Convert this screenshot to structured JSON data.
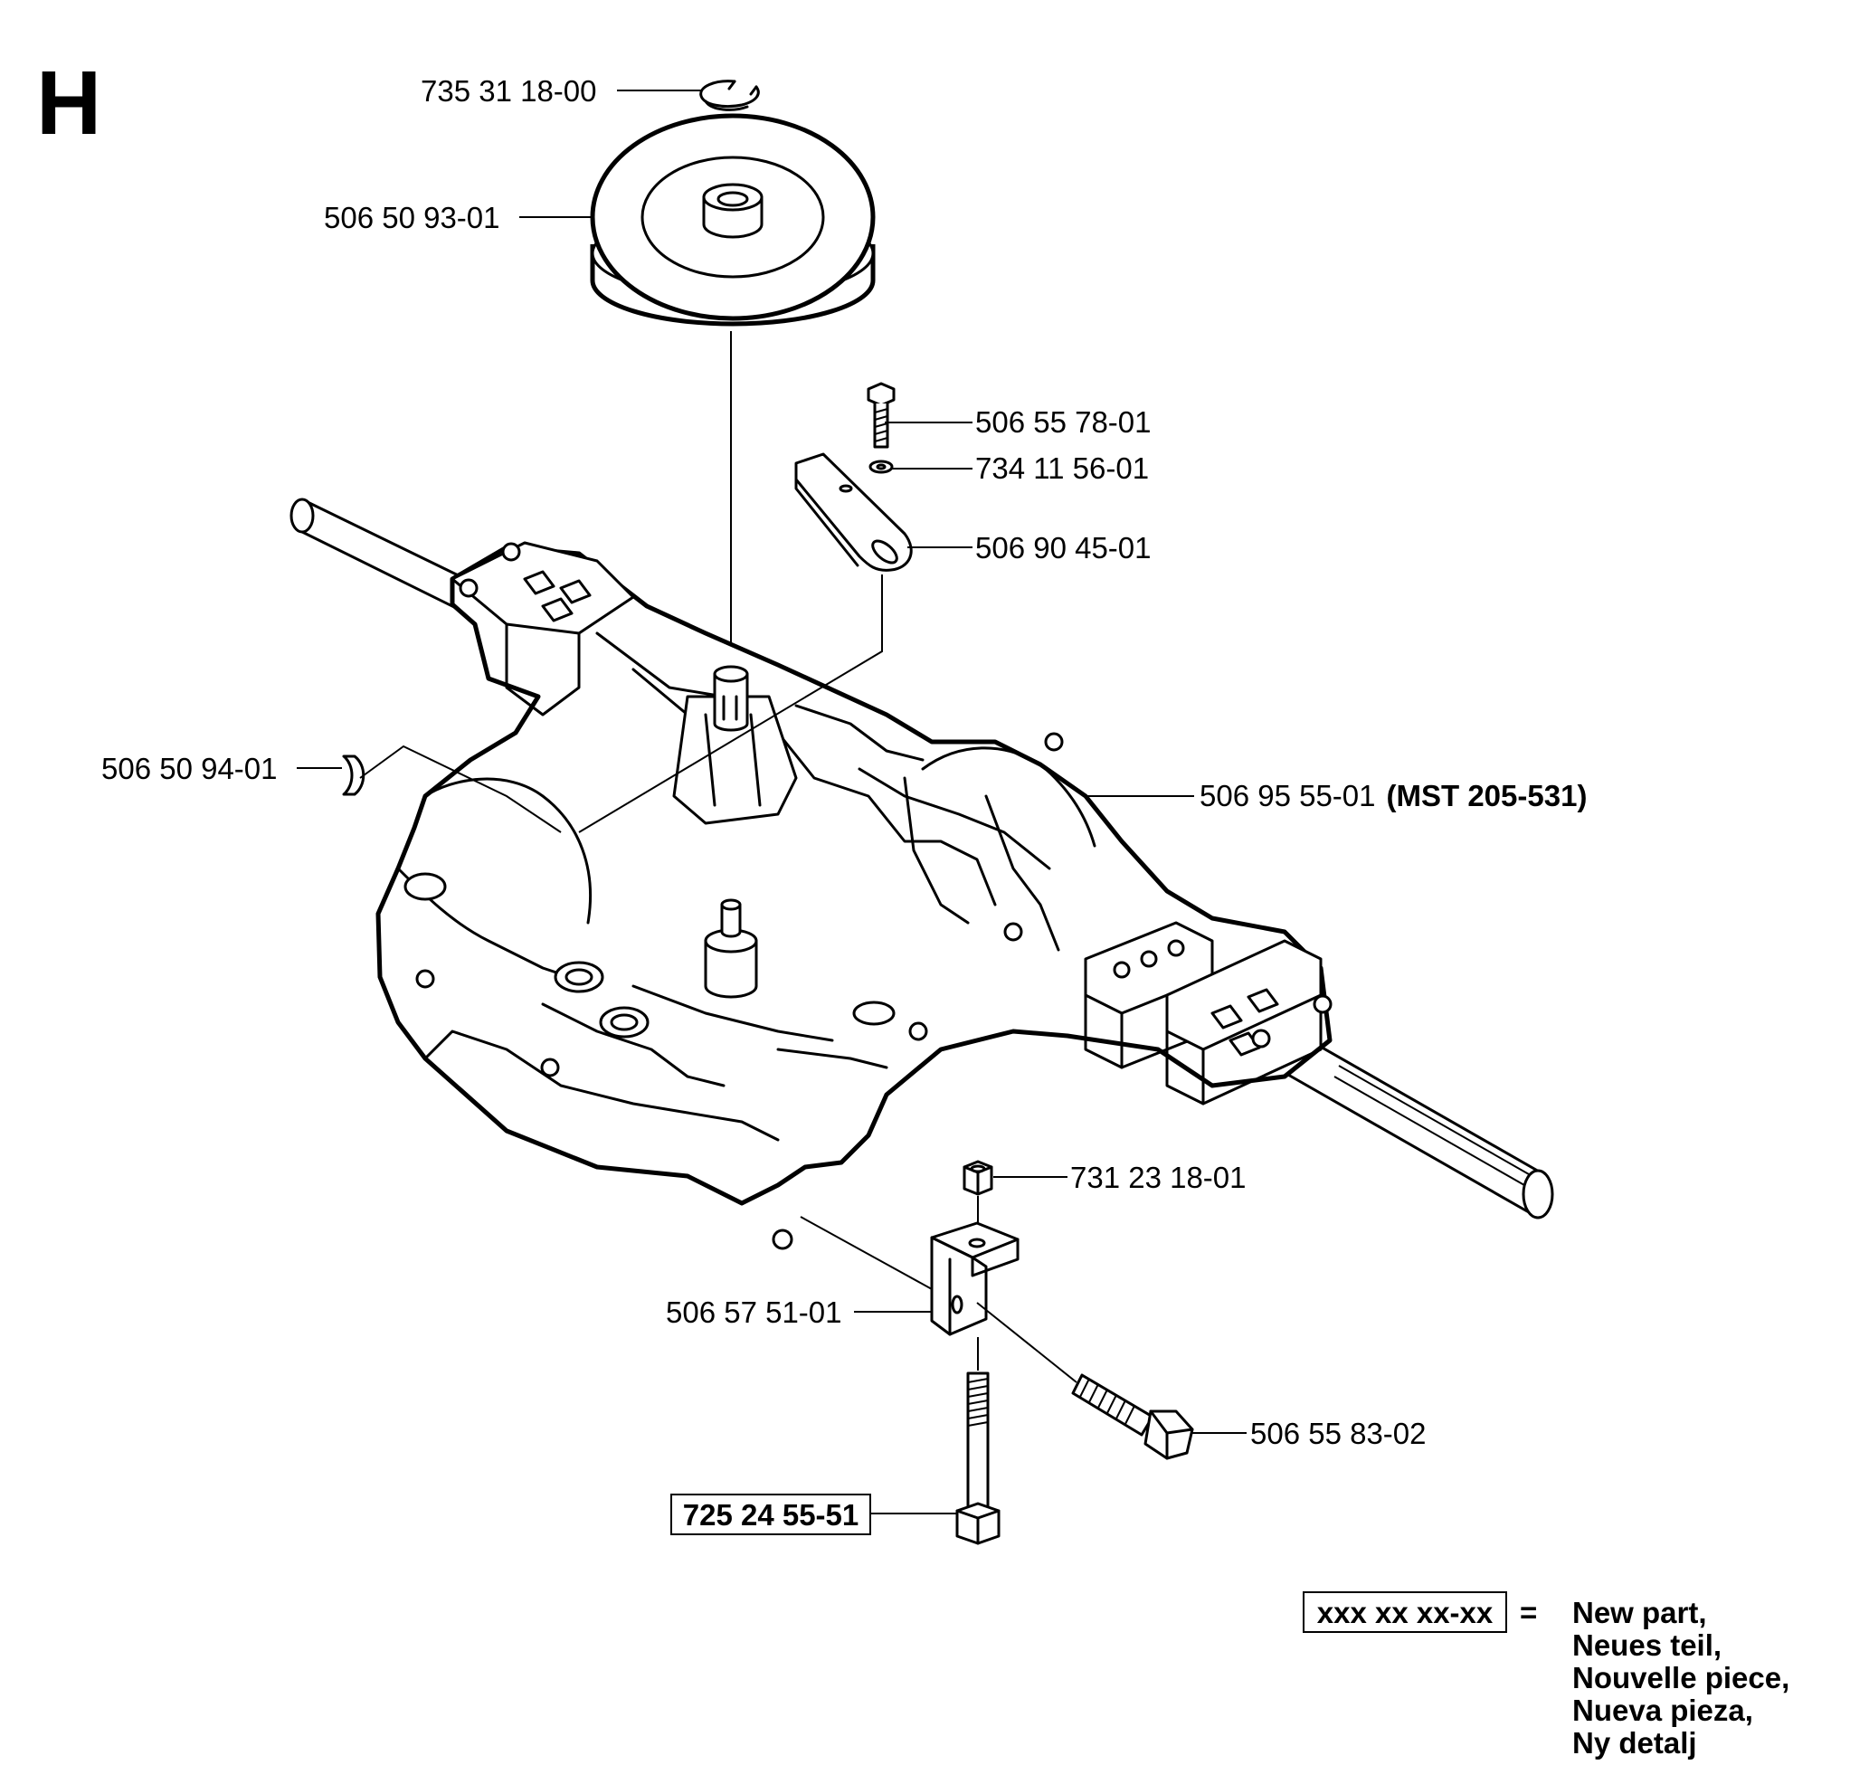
{
  "section_letter": "H",
  "parts": {
    "circlip": "735 31 18-00",
    "pulley": "506 50 93-01",
    "bolt_top": "506 55 78-01",
    "washer": "734 11 56-01",
    "arm": "506 90 45-01",
    "key": "506 50 94-01",
    "transaxle": "506 95 55-01",
    "transaxle_note": "(MST 205-531)",
    "nut": "731 23 18-01",
    "bracket": "506 57 51-01",
    "bolt_side": "506 55 83-02",
    "bolt_new": "725 24 55-51"
  },
  "legend": {
    "box_text": "xxx xx xx-xx",
    "equals": "=",
    "lines": [
      "New part,",
      "Neues teil,",
      "Nouvelle piece,",
      "Nueva pieza,",
      "Ny detalj"
    ]
  }
}
